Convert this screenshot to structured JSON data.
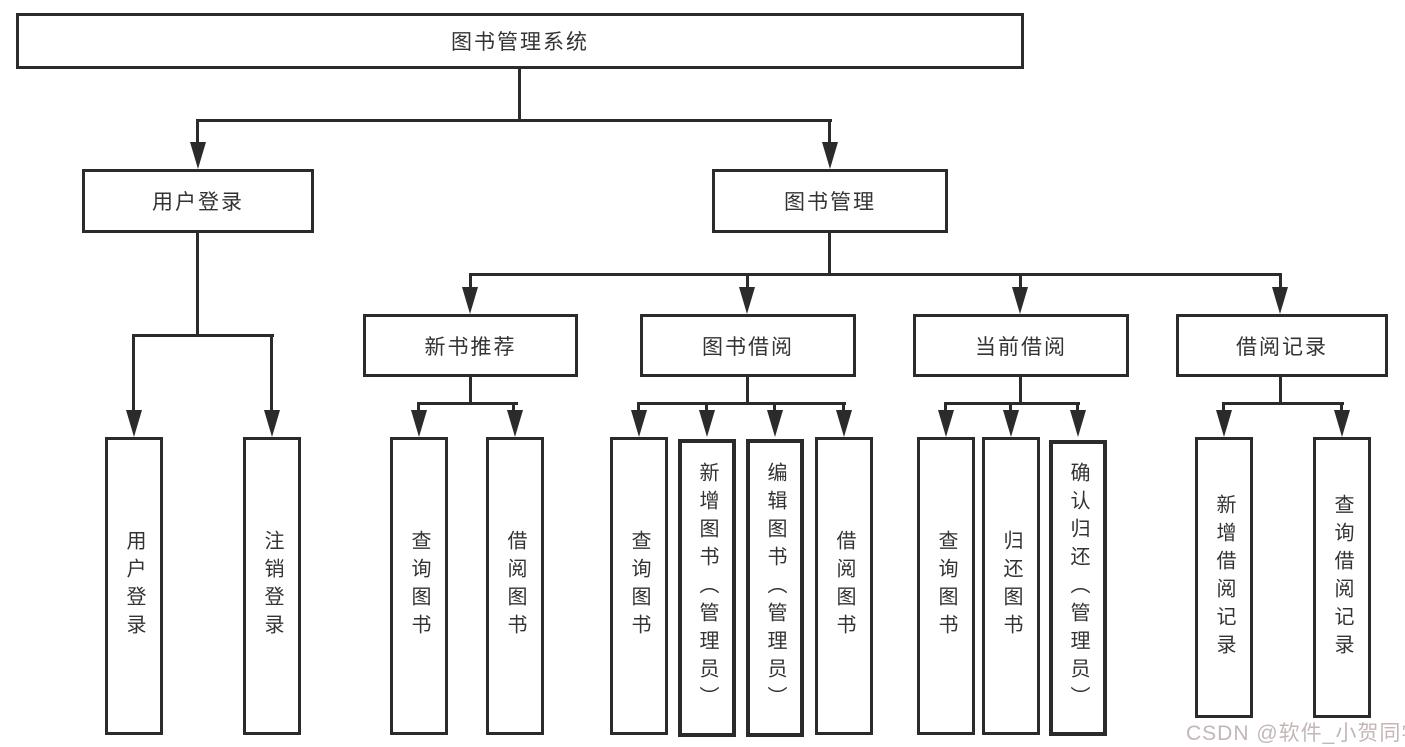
{
  "tree": {
    "root": "图书管理系统",
    "branches": [
      {
        "label": "用户登录",
        "children": [
          "用户登录",
          "注销登录"
        ]
      },
      {
        "label": "图书管理",
        "modules": [
          {
            "label": "新书推荐",
            "children": [
              "查询图书",
              "借阅图书"
            ]
          },
          {
            "label": "图书借阅",
            "children": [
              "查询图书",
              "新增图书（管理员）",
              "编辑图书（管理员）",
              "借阅图书"
            ]
          },
          {
            "label": "当前借阅",
            "children": [
              "查询图书",
              "归还图书",
              "确认归还（管理员）"
            ]
          },
          {
            "label": "借阅记录",
            "children": [
              "新增借阅记录",
              "查询借阅记录"
            ]
          }
        ]
      }
    ]
  },
  "watermark": {
    "text": "CSDN @软件_小贺同学",
    "color": "#c4b6b6"
  },
  "colors": {
    "line": "#2b2b2b",
    "box_border": "#2b2b2b",
    "box_bg": "#ffffff",
    "text": "#333333",
    "background": "#ffffff"
  }
}
